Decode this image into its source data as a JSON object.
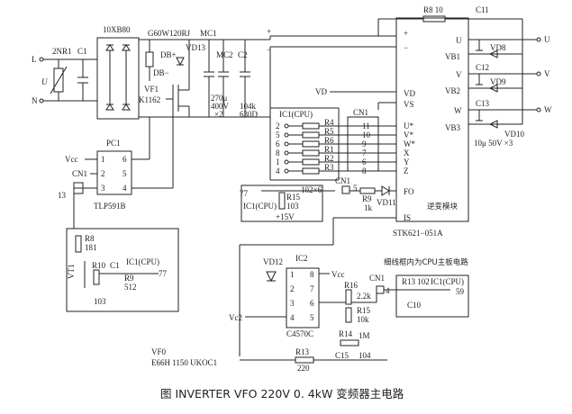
{
  "caption": "图 INVERTER VFO 220V 0. 4kW 变频器主电路",
  "labels": {
    "L": "L",
    "N": "N",
    "nr1": "2NR1",
    "u": "U",
    "c1": "C1",
    "bridge": "10XB80",
    "g60": "G60W120RJ",
    "mc1": "MC1",
    "db_plus": "DB+",
    "db_minus": "DB−",
    "vd13": "VD13",
    "vf1": "VF1",
    "k1162": "K1162",
    "mc2": "MC2",
    "c2": "C2",
    "c_val1": "270μ",
    "c_val2": "400V",
    "c_val3": "×2",
    "c2_val1": "104k",
    "c2_val2": "630D",
    "r8_top": "R8 10",
    "pc1": "PC1",
    "vcc": "Vcc",
    "cn1": "CN1",
    "n13": "13",
    "tlp": "TLP591B",
    "p1": "1",
    "p2": "2",
    "p3": "3",
    "p4": "4",
    "p5": "5",
    "p6": "6",
    "ic1cpu": "IC1(CPU)",
    "r4": "R4",
    "r5": "R5",
    "r6": "R6",
    "r1": "R1",
    "r2": "R2",
    "r3": "R3",
    "res_note": "102×6",
    "in_nums": [
      "2",
      "5",
      "6",
      "8",
      "1",
      "4"
    ],
    "cn_nums": [
      "11",
      "10",
      "9",
      "7",
      "6",
      "8"
    ],
    "pins": [
      "U*",
      "V*",
      "W*",
      "X",
      "Y",
      "Z"
    ],
    "vd": "VD",
    "vs": "VS",
    "fo": "FO",
    "is": "IS",
    "plus": "+",
    "minus": "−",
    "out_u": "U",
    "out_v": "V",
    "out_w": "W",
    "vb1": "VB1",
    "vb2": "VB2",
    "vb3": "VB3",
    "c11": "C11",
    "c12": "C12",
    "c13": "C13",
    "vd8": "VD8",
    "vd9": "VD9",
    "vd10": "VD10",
    "cap_note": "10μ 50V ×3",
    "module": "逆变模块",
    "stk": "STK621−051A",
    "n77": "77",
    "r15": "R15",
    "r15v": "103",
    "v15": "+15V",
    "cn1b": "CN1",
    "n5": "5",
    "r9": "R9",
    "r9v": "1k",
    "vd11": "VD11",
    "r8": "R8",
    "r8v": "181",
    "vt1": "VT1",
    "r10": "R10",
    "c1b": "C1",
    "ic1b": "IC1(CPU)",
    "r9b": "R9",
    "r9bv": "512",
    "r103": "103",
    "n77b": "77",
    "vd12": "VD12",
    "ic2": "IC2",
    "vcc2": "Vcc",
    "vc2": "Vc2",
    "c4570": "C4570C",
    "i1": "1",
    "i2": "2",
    "i3": "3",
    "i4": "4",
    "i5": "5",
    "i6": "6",
    "i7": "7",
    "i8": "8",
    "r16": "R16",
    "r16v": "2.2k",
    "r15b": "R15",
    "r15bv": "10k",
    "r14": "R14",
    "r14v": "1M",
    "r13": "R13",
    "r13v": "220",
    "c15": "C15",
    "c15v": "104",
    "cpu_note": "细线框内为CPU主板电路",
    "cn1c": "CN1",
    "n4": "4",
    "r13b": "R13 102",
    "ic1c": "IC1(CPU)",
    "n59": "59",
    "c10": "C10",
    "vf0": "VF0",
    "e66": "E66H 1150 UKOC1"
  }
}
